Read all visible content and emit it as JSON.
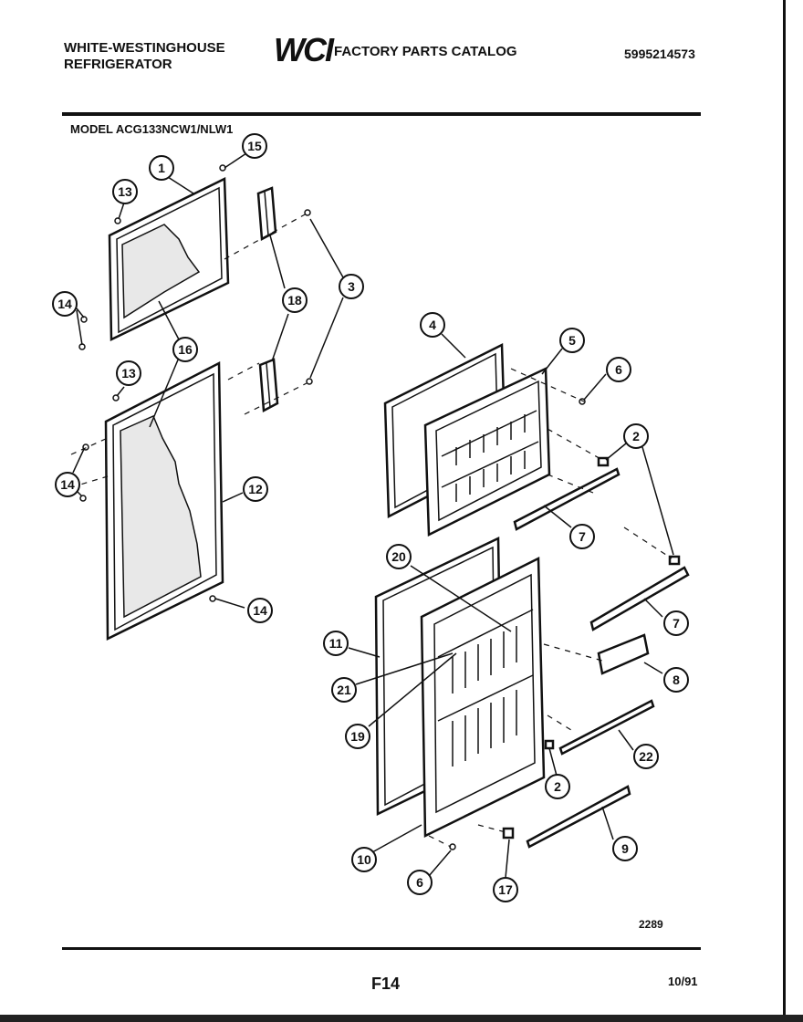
{
  "header": {
    "brand_line1": "WHITE-WESTINGHOUSE",
    "brand_line2": "REFRIGERATOR",
    "logo": "WCI",
    "catalog_title": "FACTORY PARTS CATALOG",
    "catalog_number": "5995214573"
  },
  "model": "MODEL ACG133NCW1/NLW1",
  "footer": {
    "drawing_number": "2289",
    "page": "F14",
    "date": "10/91"
  },
  "callouts": [
    "1",
    "15",
    "13",
    "14",
    "16",
    "18",
    "3",
    "13",
    "14",
    "12",
    "14",
    "4",
    "5",
    "6",
    "2",
    "7",
    "7",
    "20",
    "11",
    "21",
    "19",
    "8",
    "22",
    "2",
    "10",
    "6",
    "17",
    "9"
  ]
}
